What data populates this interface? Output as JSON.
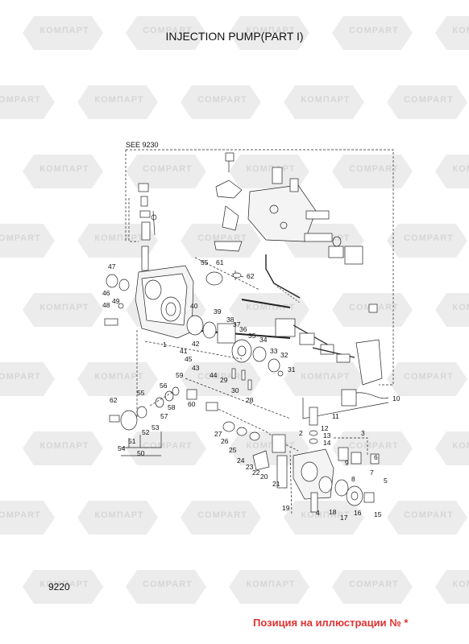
{
  "header": {
    "title": "INJECTION PUMP(PART I)"
  },
  "reference": {
    "see": "SEE 9230"
  },
  "footer": {
    "code": "9220",
    "caption": "Позиция на иллюстрации № *"
  },
  "watermark": {
    "text": "КОМПАРТ",
    "text_alt": "COMPART"
  },
  "parts": [
    "1",
    "2",
    "3",
    "4",
    "5",
    "6",
    "7",
    "8",
    "9",
    "10",
    "11",
    "12",
    "13",
    "14",
    "15",
    "16",
    "17",
    "18",
    "19",
    "20",
    "21",
    "22",
    "23",
    "24",
    "25",
    "26",
    "27",
    "28",
    "29",
    "30",
    "31",
    "32",
    "33",
    "34",
    "35",
    "36",
    "37",
    "38",
    "39",
    "40",
    "41",
    "42",
    "43",
    "44",
    "45",
    "46",
    "47",
    "48",
    "49",
    "50",
    "51",
    "52",
    "53",
    "54",
    "55",
    "56",
    "57",
    "58",
    "59",
    "60",
    "61",
    "62"
  ],
  "colors": {
    "caption": "#e03232",
    "watermark": "#ececec",
    "line": "#222222"
  }
}
